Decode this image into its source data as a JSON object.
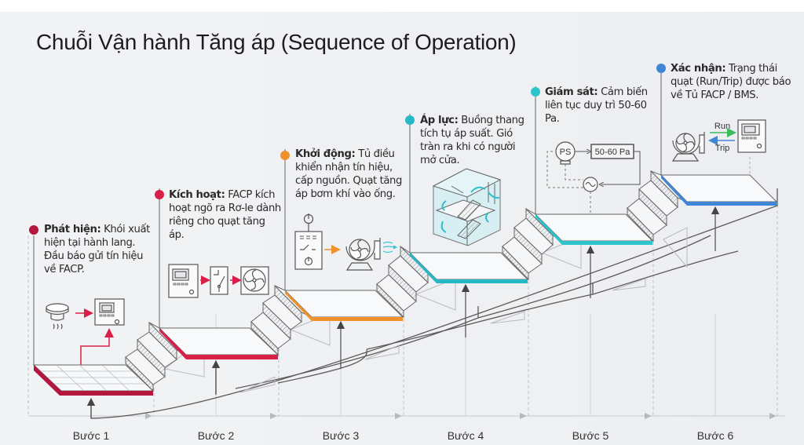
{
  "title": "Chuỗi Vận hành Tăng áp (Sequence of Operation)",
  "colors": {
    "step1": "#b5163e",
    "step2": "#d91e48",
    "step3": "#f0922b",
    "step4": "#26b8c4",
    "step5": "#2ec4cc",
    "step6": "#3f86d6",
    "line": "#555555",
    "background": "#eef0f3"
  },
  "steps": [
    {
      "label": "Bước 1",
      "heading": "Phát hiện:",
      "text": "Khói xuất hiện tại hành lang. Đầu báo gửi tín hiệu về FACP.",
      "icons": [
        "smoke-detector-icon",
        "facp-panel-icon"
      ]
    },
    {
      "label": "Bước 2",
      "heading": "Kích hoạt:",
      "text": "FACP kích hoạt ngõ ra Rơ-le dành riêng cho quạt tăng áp.",
      "icons": [
        "facp-panel-icon",
        "relay-switch-icon",
        "fan-icon"
      ]
    },
    {
      "label": "Bước 3",
      "heading": "Khởi động:",
      "text": "Tủ điều khiển nhận tín hiệu, cấp nguồn. Quạt tăng áp bơm khí vào ống.",
      "icons": [
        "power-icon",
        "control-cabinet-icon",
        "blower-fan-icon"
      ]
    },
    {
      "label": "Bước 4",
      "heading": "Áp lực:",
      "text": "Buồng thang tích tụ áp suất. Gió tràn ra khi có người mở cửa.",
      "icons": [
        "stairwell-icon"
      ]
    },
    {
      "label": "Bước 5",
      "heading": "Giám sát:",
      "text": "Cảm biến liên tục duy trì 50-60 Pa.",
      "icons": [
        "pressure-sensor-icon",
        "vfd-icon"
      ],
      "sensor_label": "PS",
      "setpoint_label": "50-60 Pa"
    },
    {
      "label": "Bước 6",
      "heading": "Xác nhận:",
      "text": "Trạng thái quạt (Run/Trip) được báo về Tủ FACP / BMS.",
      "icons": [
        "blower-fan-icon",
        "facp-panel-icon"
      ],
      "run_label": "Run",
      "trip_label": "Trip"
    }
  ]
}
